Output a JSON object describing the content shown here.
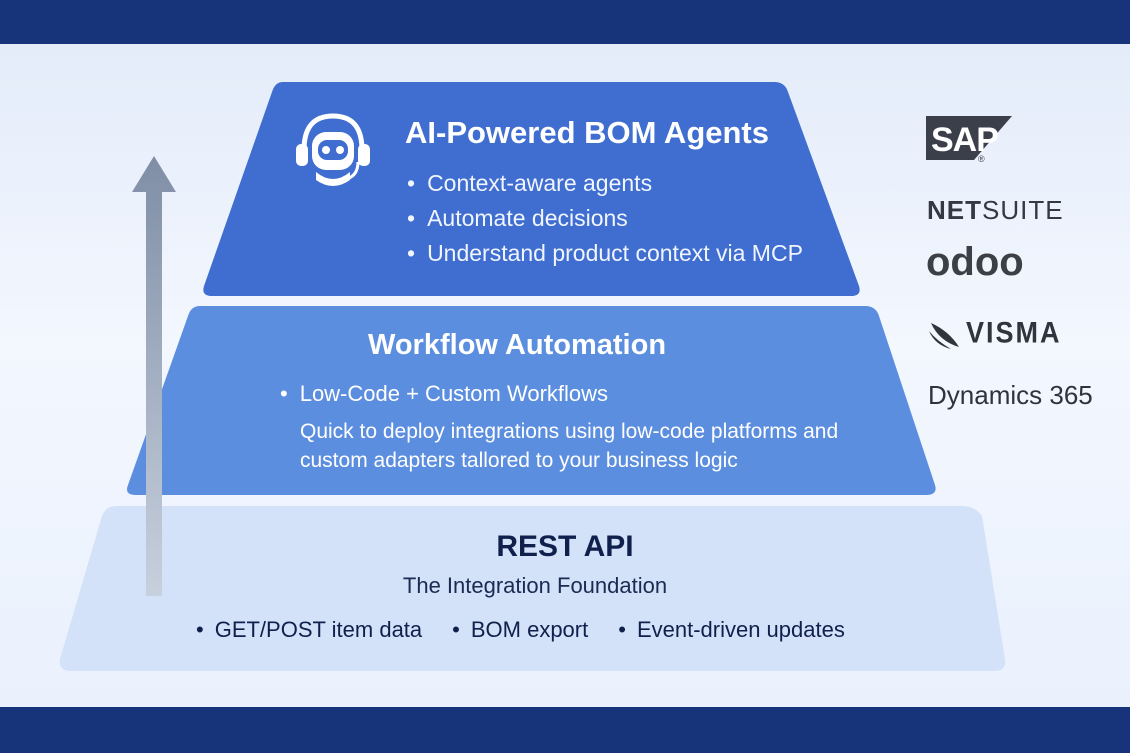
{
  "colors": {
    "border_band": "#17337a",
    "tier_top": "#3f6ed0",
    "tier_middle": "#5c8ee0",
    "tier_bottom": "#d3e2f8",
    "arrow": "#9aa6b8"
  },
  "icons": {
    "robot": "robot-headset-icon",
    "arrow": "up-arrow-icon"
  },
  "tiers": {
    "top": {
      "title": "AI-Powered BOM Agents",
      "bullets": [
        "Context-aware agents",
        "Automate decisions",
        "Understand product context via MCP"
      ]
    },
    "middle": {
      "title": "Workflow Automation",
      "bullet": "Low-Code + Custom Workflows",
      "description": "Quick to deploy integrations using low-code platforms and custom adapters tallored to your business logic"
    },
    "bottom": {
      "title": "REST API",
      "subtitle": "The Integration Foundation",
      "bullets": [
        "GET/POST item data",
        "BOM export",
        "Event-driven updates"
      ]
    }
  },
  "logos": {
    "sap": "SAP",
    "sap_mark": "®",
    "netsuite_bold": "NET",
    "netsuite_rest": "SUITE",
    "odoo": "odoo",
    "visma": "VISMA",
    "dynamics": "Dynamics 365"
  }
}
